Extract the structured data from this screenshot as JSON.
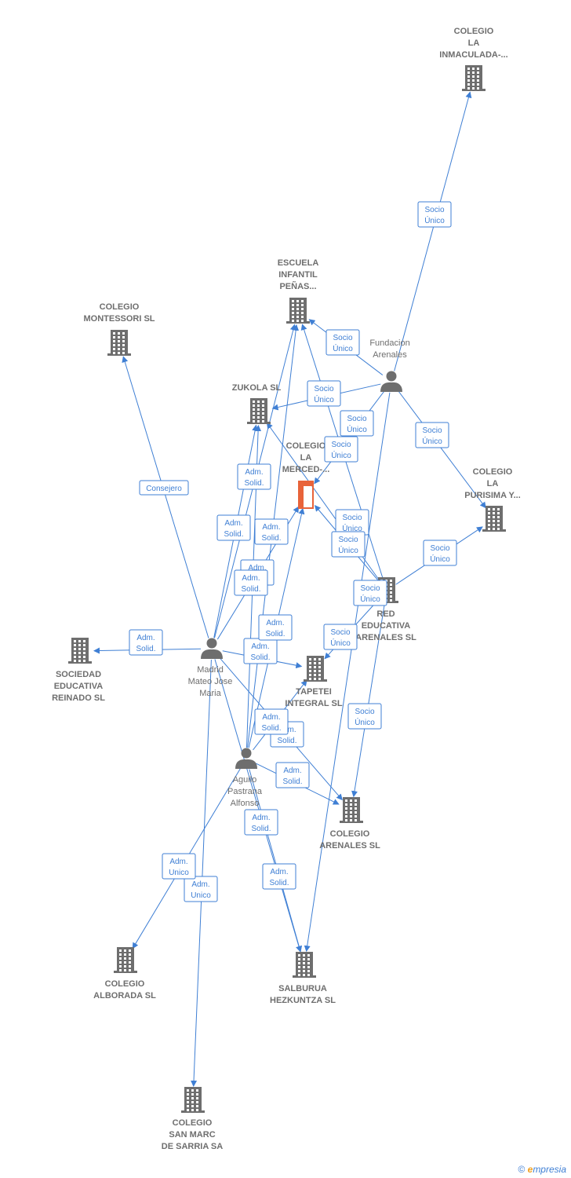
{
  "colors": {
    "edge": "#3f7fd4",
    "node": "#6e6e6e",
    "focus": "#e8633a",
    "tag_border": "#3f7fd4"
  },
  "nodes": [
    {
      "id": "inmaculada",
      "type": "company",
      "lines": [
        "COLEGIO",
        "LA",
        "INMACULADA-..."
      ]
    },
    {
      "id": "escuela",
      "type": "company",
      "lines": [
        "ESCUELA",
        "INFANTIL",
        "PEÑAS..."
      ]
    },
    {
      "id": "montessori",
      "type": "company",
      "lines": [
        "COLEGIO",
        "MONTESSORI SL"
      ]
    },
    {
      "id": "fundacion",
      "type": "person",
      "lines": [
        "Fundacion",
        "Arenales"
      ]
    },
    {
      "id": "zukola",
      "type": "company",
      "lines": [
        "ZUKOLA SL"
      ]
    },
    {
      "id": "merced",
      "type": "focus",
      "lines": [
        "COLEGIO",
        "LA",
        "MERCED-..."
      ]
    },
    {
      "id": "purisima",
      "type": "company",
      "lines": [
        "COLEGIO",
        "LA",
        "PURISIMA Y..."
      ]
    },
    {
      "id": "red",
      "type": "company",
      "lines": [
        "RED",
        "EDUCATIVA",
        "ARENALES  SL"
      ]
    },
    {
      "id": "reinado",
      "type": "company",
      "lines": [
        "SOCIEDAD",
        "EDUCATIVA",
        "REINADO  SL"
      ]
    },
    {
      "id": "madrid",
      "type": "person",
      "lines": [
        "Madrid",
        "Mateo Jose",
        "Maria"
      ]
    },
    {
      "id": "tapetei",
      "type": "company",
      "lines": [
        "TAPETEI",
        "INTEGRAL SL"
      ]
    },
    {
      "id": "aguilo",
      "type": "person",
      "lines": [
        "Aguilo",
        "Pastrana",
        "Alfonso"
      ]
    },
    {
      "id": "arenales",
      "type": "company",
      "lines": [
        "COLEGIO",
        "ARENALES SL"
      ]
    },
    {
      "id": "alborada",
      "type": "company",
      "lines": [
        "COLEGIO",
        "ALBORADA SL"
      ]
    },
    {
      "id": "salburua",
      "type": "company",
      "lines": [
        "SALBURUA",
        "HEZKUNTZA SL"
      ]
    },
    {
      "id": "sanmarc",
      "type": "company",
      "lines": [
        "COLEGIO",
        "SAN MARC",
        "DE SARRIA SA"
      ]
    }
  ],
  "edges": [
    {
      "from": "fundacion",
      "to": "inmaculada",
      "label": [
        "Socio",
        "Único"
      ]
    },
    {
      "from": "fundacion",
      "to": "escuela",
      "label": [
        "Socio",
        "Único"
      ]
    },
    {
      "from": "fundacion",
      "to": "zukola",
      "label": [
        "Socio",
        "Único"
      ]
    },
    {
      "from": "fundacion",
      "to": "merced",
      "label": [
        "Socio",
        "Único"
      ]
    },
    {
      "from": "fundacion",
      "to": "purisima",
      "label": [
        "Socio",
        "Único"
      ]
    },
    {
      "from": "red",
      "to": "escuela",
      "label": [
        "Socio",
        "Único"
      ]
    },
    {
      "from": "red",
      "to": "merced",
      "label": [
        "Socio",
        "Único"
      ]
    },
    {
      "from": "red",
      "to": "zukola",
      "label": [
        "Socio",
        "Único"
      ]
    },
    {
      "from": "red",
      "to": "purisima",
      "label": [
        "Socio",
        "Único"
      ]
    },
    {
      "from": "red",
      "to": "tapetei",
      "label": [
        "Socio",
        "Único"
      ]
    },
    {
      "from": "red",
      "to": "arenales",
      "label": [
        "Socio",
        "Único"
      ]
    },
    {
      "from": "fundacion",
      "to": "salburua",
      "label": [
        "Socio",
        "Único"
      ]
    },
    {
      "from": "madrid",
      "to": "montessori",
      "label": [
        "Consejero"
      ]
    },
    {
      "from": "madrid",
      "to": "zukola",
      "label": [
        "Adm.",
        "Solid."
      ]
    },
    {
      "from": "madrid",
      "to": "escuela",
      "label": [
        "Adm.",
        "Solid."
      ]
    },
    {
      "from": "madrid",
      "to": "merced",
      "label": [
        "Adm.",
        "Solid."
      ]
    },
    {
      "from": "madrid",
      "to": "reinado",
      "label": [
        "Adm.",
        "Solid."
      ]
    },
    {
      "from": "madrid",
      "to": "tapetei",
      "label": [
        "Adm.",
        "Solid."
      ]
    },
    {
      "from": "madrid",
      "to": "arenales",
      "label": [
        "Adm.",
        "Solid."
      ]
    },
    {
      "from": "madrid",
      "to": "salburua",
      "label": [
        "Adm.",
        "Solid."
      ]
    },
    {
      "from": "madrid",
      "to": "sanmarc",
      "label": [
        "Adm.",
        "Unico"
      ]
    },
    {
      "from": "aguilo",
      "to": "zukola",
      "label": [
        "Adm.",
        "Solid."
      ]
    },
    {
      "from": "aguilo",
      "to": "escuela",
      "label": [
        "Adm.",
        "Solid."
      ]
    },
    {
      "from": "aguilo",
      "to": "merced",
      "label": [
        "Adm.",
        "Solid."
      ]
    },
    {
      "from": "aguilo",
      "to": "tapetei",
      "label": [
        "Adm.",
        "Solid."
      ]
    },
    {
      "from": "aguilo",
      "to": "arenales",
      "label": [
        "Adm.",
        "Solid."
      ]
    },
    {
      "from": "aguilo",
      "to": "salburua",
      "label": [
        "Adm.",
        "Solid."
      ]
    },
    {
      "from": "aguilo",
      "to": "alborada",
      "label": [
        "Adm.",
        "Unico"
      ]
    }
  ],
  "footer": {
    "copyright": "©",
    "brand_initial": "e",
    "brand_rest": "mpresia"
  }
}
